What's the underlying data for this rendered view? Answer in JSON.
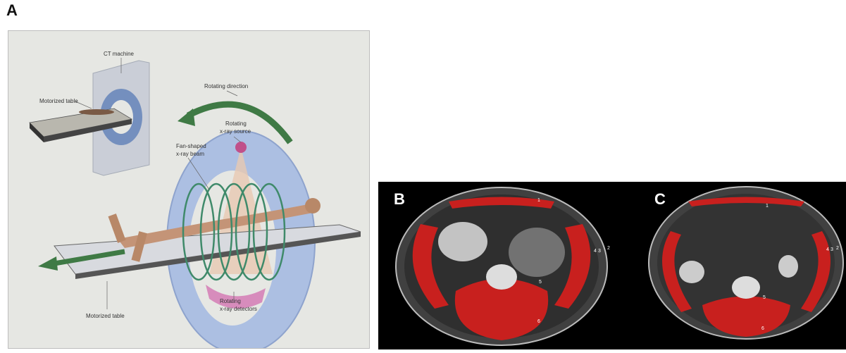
{
  "panels": {
    "a": {
      "letter": "A",
      "labels": {
        "ct_machine": "CT machine",
        "motorized_table_top": "Motorized table",
        "rotating_direction": "Rotating direction",
        "rotating_source_1": "Rotating",
        "rotating_source_2": "x-ray source",
        "fan_beam_1": "Fan-shaped",
        "fan_beam_2": "x-ray beam",
        "motorized_table_bottom": "Motorized table",
        "detectors_1": "Rotating",
        "detectors_2": "x-ray detectors"
      }
    },
    "b": {
      "letter": "B",
      "muscle_numbers": [
        "1",
        "2",
        "3",
        "4",
        "5",
        "6"
      ]
    },
    "c": {
      "letter": "C",
      "muscle_numbers": [
        "1",
        "2",
        "3",
        "4",
        "5",
        "6"
      ]
    }
  },
  "colors": {
    "muscle": "#c8201e",
    "ring": "#9fb4dc",
    "arrow": "#3f7a45",
    "background_panel": "#e6e7e3"
  }
}
